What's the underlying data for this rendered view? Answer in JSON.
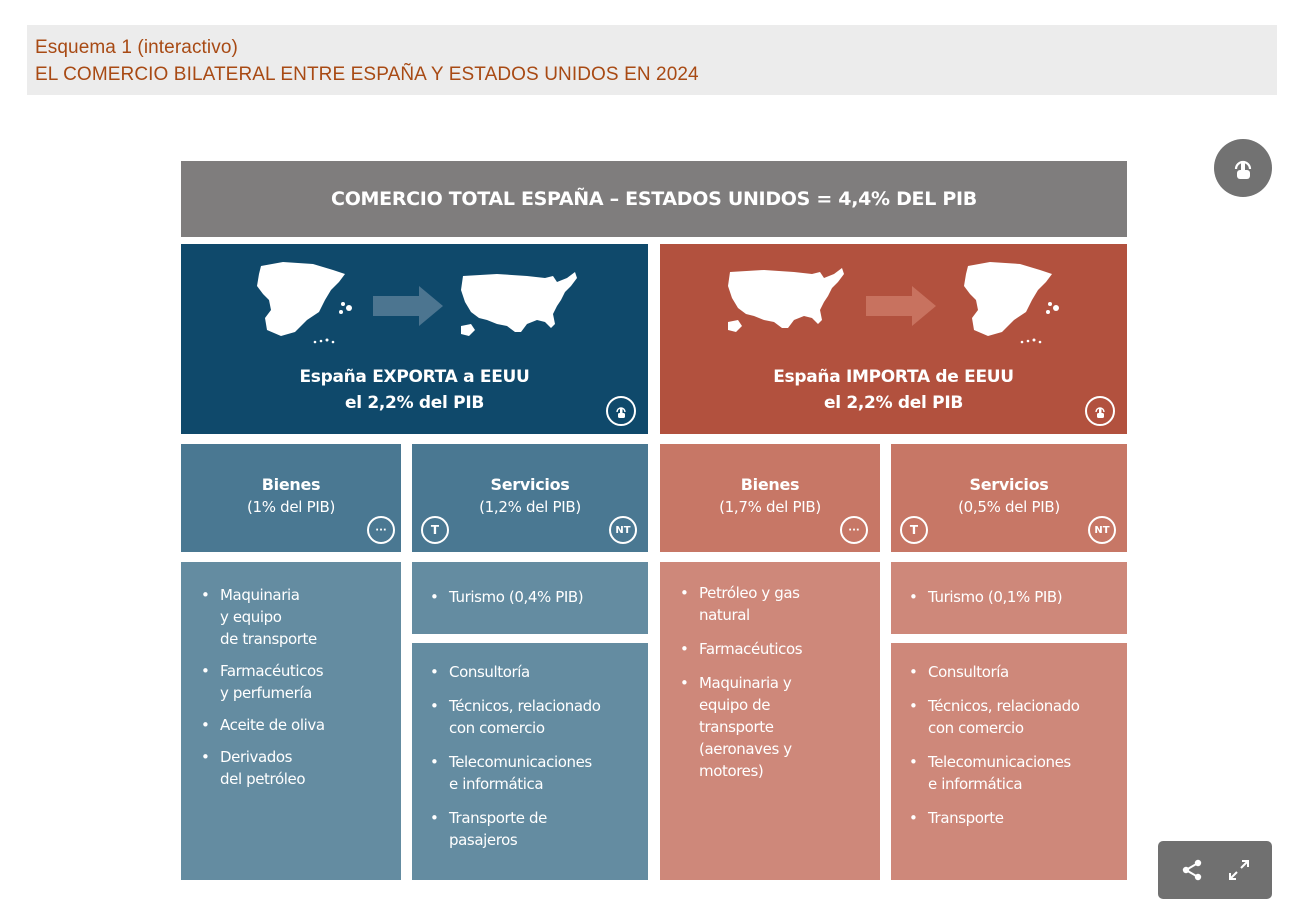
{
  "header": {
    "line1": "Esquema 1 (interactivo)",
    "line2": "EL COMERCIO BILATERAL ENTRE ESPAÑA  Y ESTADOS UNIDOS EN 2024"
  },
  "banner": "COMERCIO TOTAL ESPAÑA – ESTADOS UNIDOS = 4,4% DEL PIB",
  "exports": {
    "title_line1": "España EXPORTA a EEUU",
    "title_line2": "el 2,2% del PIB",
    "goods": {
      "title": "Bienes",
      "share": "(1% del PIB)",
      "items": [
        "Maquinaria",
        "y equipo",
        "de transporte",
        "Farmacéuticos",
        "y perfumería",
        "Aceite de oliva",
        "Derivados",
        "del petróleo"
      ]
    },
    "services": {
      "title": "Servicios",
      "share": "(1,2% del PIB)",
      "tourism": "Turismo (0,4% PIB)",
      "items": [
        "Consultoría",
        "Técnicos, relacionado",
        "con comercio",
        "Telecomunicaciones",
        "e informática",
        "Transporte de",
        "pasajeros"
      ]
    }
  },
  "imports": {
    "title_line1": "España IMPORTA de EEUU",
    "title_line2": "el 2,2% del PIB",
    "goods": {
      "title": "Bienes",
      "share": "(1,7% del PIB)",
      "items": [
        "Petróleo y gas",
        "natural",
        "Farmacéuticos",
        "Maquinaria y",
        "equipo de",
        "transporte",
        "(aeronaves y",
        "motores)"
      ]
    },
    "services": {
      "title": "Servicios",
      "share": "(0,5% del PIB)",
      "tourism": "Turismo (0,1% PIB)",
      "items": [
        "Consultoría",
        "Técnicos, relacionado",
        "con comercio",
        "Telecomunicaciones",
        "e informática",
        "Transporte"
      ]
    }
  },
  "buttons": {
    "more": "···",
    "tradable": "T",
    "non_tradable": "NT"
  },
  "icons": {
    "tap": "tap-hand-icon",
    "share": "share-icon",
    "fullscreen": "fullscreen-icon"
  },
  "colors": {
    "header_text": "#a84a14",
    "banner": "#7f7d7d",
    "export_dark": "#0f496b",
    "export_mid": "#4a7892",
    "export_light": "#648ca1",
    "import_dark": "#b2513e",
    "import_mid": "#c77766",
    "import_light": "#ce887a"
  }
}
